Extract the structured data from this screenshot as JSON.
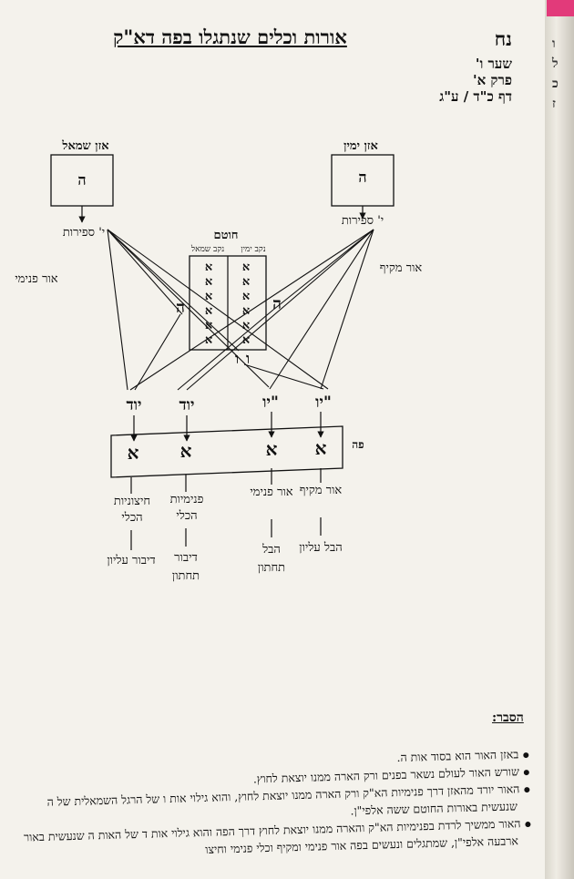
{
  "header": {
    "title": "אורות וכלים שנתגלו בפה דא\"ק",
    "page_number": "נח",
    "gate": "שער ו'",
    "chapter": "פרק א'",
    "folio": "דף כ\"ד / ע\"ג"
  },
  "edge_letters": [
    "ו",
    "ל",
    "כ",
    "ז"
  ],
  "diagram": {
    "left_ear": {
      "label": "אזן שמאל",
      "letter": "ה",
      "sefirot": "י' ספירות"
    },
    "right_ear": {
      "label": "אזן ימין",
      "letter": "ה",
      "sefirot": "י' ספירות"
    },
    "nose": {
      "label": "חוטם",
      "right_nostril": "נקב ימין",
      "left_nostril": "נקב שמאל",
      "left_col": [
        "א",
        "א",
        "א",
        "א",
        "א",
        "א"
      ],
      "right_col": [
        "א",
        "א",
        "א",
        "א",
        "א",
        "א"
      ],
      "letter_he_left": "ה",
      "letter_he_right": "ה",
      "letter_vav_left": "ו",
      "letter_vav_right": "ו"
    },
    "side_labels": {
      "or_pnimi": "אור פנימי",
      "or_makif": "אור מקיף"
    },
    "words": [
      "יוד",
      "יוד",
      "יו\"",
      "יו\""
    ],
    "mouth": {
      "label": "פה",
      "letters": [
        "א",
        "א",
        "א",
        "א"
      ]
    },
    "bottom_cols": [
      {
        "top": "חיצוניות הכלי",
        "bottom": "דיבור עליון"
      },
      {
        "top": "פנימיות הכלי",
        "bottom": "דיבור תחתון"
      },
      {
        "top": "אור פנימי",
        "bottom": "הבל תחתון"
      },
      {
        "top": "אור מקיף",
        "bottom": "הבל עליון"
      }
    ]
  },
  "explanation": {
    "title": "הסבר:",
    "bullets": [
      "באזן האור הוא בסוד אות ה.",
      "שורש האור לעולם נשאר בפנים ורק הארה ממנו יוצאת לחוץ.",
      "האור יורד מהאזן דרך פנימיות הא\"ק ורק הארה ממנו יוצאת לחוץ, והוא גילוי אות ו של הרגל השמאלית של ה",
      "שנעשית באורות החוטם ששה אלפי\"ן.",
      "האור ממשיך לרדת בפנימיות הא\"ק והארה ממנו יוצאת לחוץ דרך הפה והוא גילוי אות ד של האות ה שנעשית באור",
      "ארבעה אלפי\"ן, שמתגלים ונעשים בפה אור פנימי ומקיף וכלי פנימי וחיצו"
    ]
  }
}
